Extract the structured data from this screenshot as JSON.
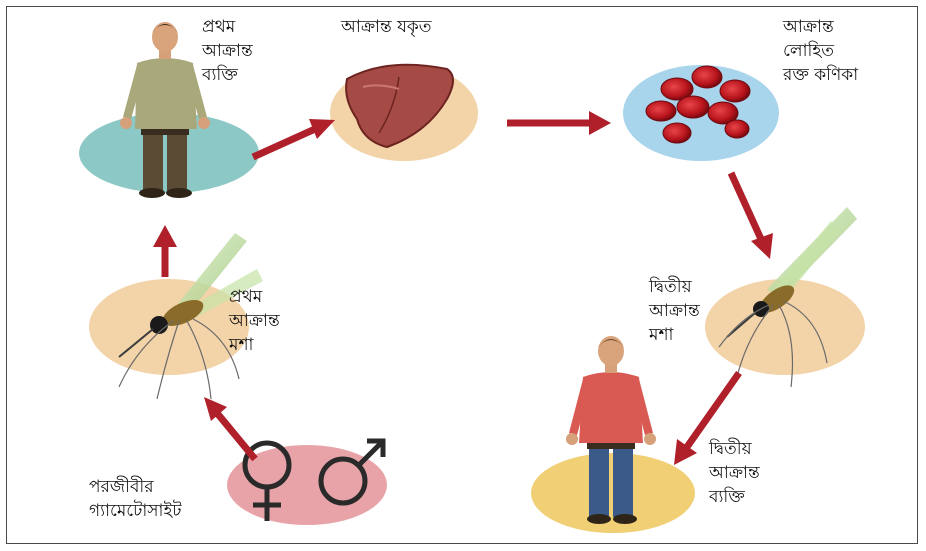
{
  "diagram": {
    "stages": {
      "first_person": {
        "lines": [
          "প্রথম",
          "আক্রান্ত",
          "ব্যক্তি"
        ]
      },
      "liver": {
        "lines": [
          "আক্রান্ত যকৃত"
        ]
      },
      "rbc": {
        "lines": [
          "আক্রান্ত",
          "লোহিত",
          "রক্ত কণিকা"
        ]
      },
      "second_mosquito": {
        "lines": [
          "দ্বিতীয়",
          "আক্রান্ত",
          "মশা"
        ]
      },
      "second_person": {
        "lines": [
          "দ্বিতীয়",
          "আক্রান্ত",
          "ব্যক্তি"
        ]
      },
      "gametocyte": {
        "lines": [
          "পরজীবীর",
          "গ্যামেটোসাইট"
        ]
      },
      "first_mosquito": {
        "lines": [
          "প্রথম",
          "আক্রান্ত",
          "মশা"
        ]
      }
    },
    "colors": {
      "arrow": "#b0202a",
      "teal_platform": "#8cc8c6",
      "peach_platform": "#f3d3a8",
      "blue_platform": "#a8d4ec",
      "pink_platform": "#e7a3a8",
      "liver": "#a64a45",
      "blood_cell": "#c21a22"
    }
  }
}
